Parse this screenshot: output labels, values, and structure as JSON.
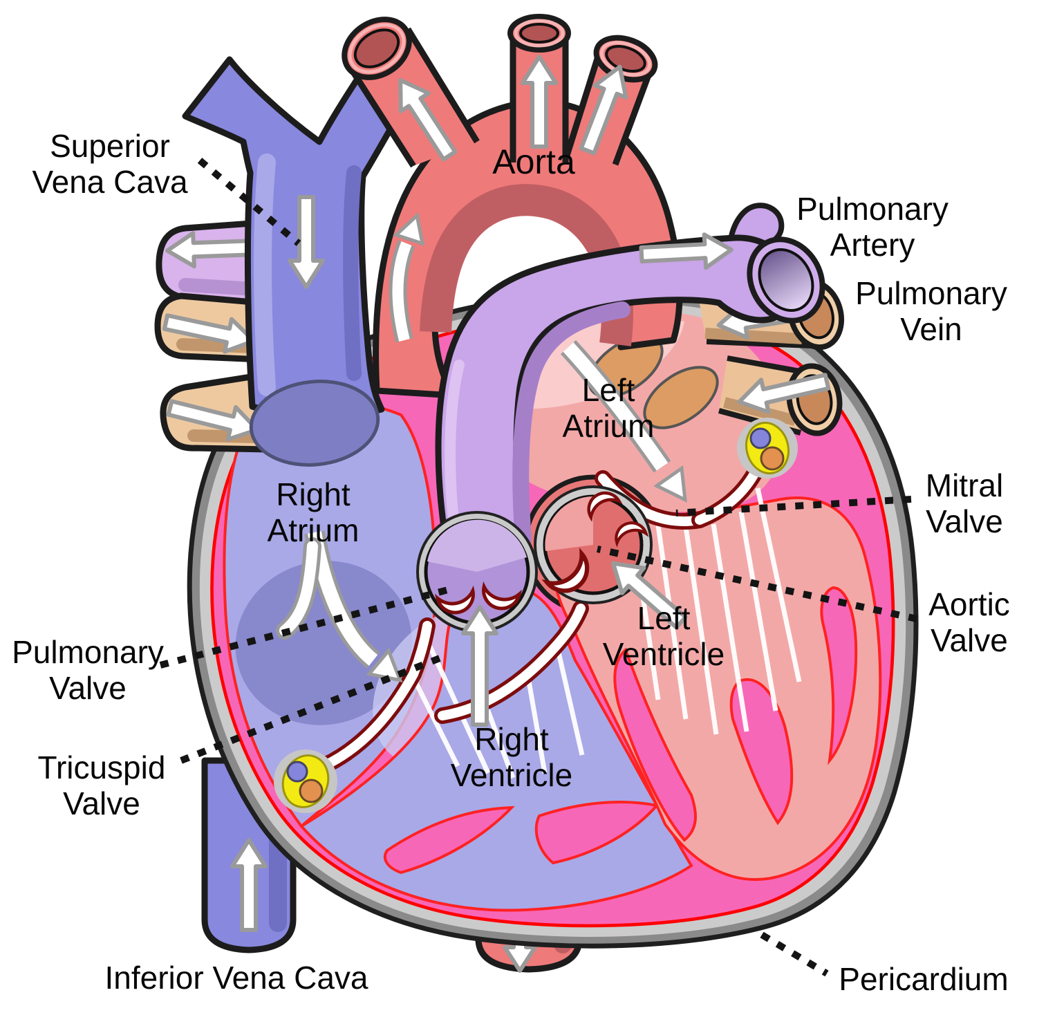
{
  "diagram": {
    "labels": {
      "superior_vena_cava": "Superior\nVena Cava",
      "aorta": "Aorta",
      "pulmonary_artery": "Pulmonary\nArtery",
      "pulmonary_vein": "Pulmonary\nVein",
      "left_atrium": "Left\nAtrium",
      "mitral_valve": "Mitral\nValve",
      "aortic_valve": "Aortic\nValve",
      "left_ventricle": "Left\nVentricle",
      "right_atrium": "Right\nAtrium",
      "pulmonary_valve": "Pulmonary\nValve",
      "tricuspid_valve": "Tricuspid\nValve",
      "right_ventricle": "Right\nVentricle",
      "inferior_vena_cava": "Inferior Vena Cava",
      "pericardium": "Pericardium"
    },
    "colors": {
      "deoxygenated_blue": "#8888df",
      "oxygenated_red": "#ef7a7a",
      "pulmonary_artery_lavender": "#c9a5e9",
      "pulmonary_vein_tan": "#ecc299",
      "myocardium_pink": "#f767b7",
      "epicardium_red": "#ff0000",
      "pericardium_gray": "#cbcbcb",
      "chamber_blue": "#a9a9e8",
      "chamber_salmon": "#f3a8a8",
      "node_yellow": "#f2ea12",
      "valve_dark_red": "#7d0c0c",
      "outline_black": "#1c1c1c",
      "label_black": "#060606",
      "background": "#ffffff"
    }
  }
}
